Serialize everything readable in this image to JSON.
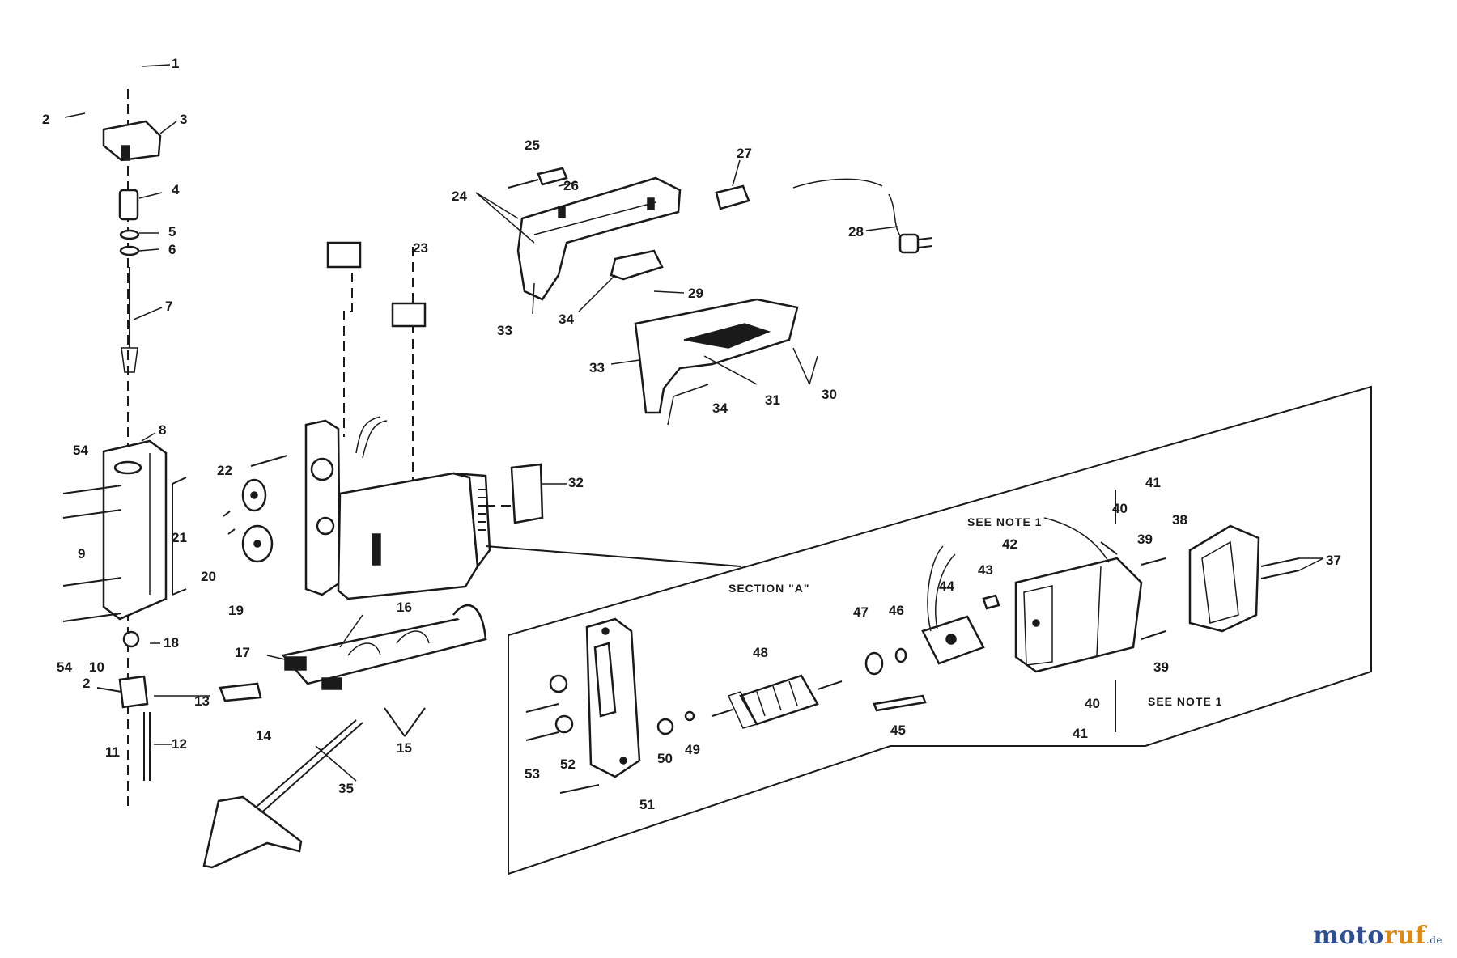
{
  "parts_diagram": {
    "callouts": [
      "1",
      "2",
      "3",
      "4",
      "5",
      "6",
      "7",
      "8",
      "54",
      "9",
      "21",
      "22",
      "20",
      "19",
      "23",
      "25",
      "24",
      "26",
      "33",
      "34",
      "27",
      "28",
      "29",
      "30",
      "31",
      "32",
      "16",
      "17",
      "18",
      "10",
      "2",
      "11",
      "12",
      "13",
      "14",
      "15",
      "35",
      "54",
      "33",
      "34",
      "41",
      "40",
      "39",
      "38",
      "37",
      "42",
      "43",
      "44",
      "46",
      "47",
      "48",
      "45",
      "50",
      "49",
      "52",
      "53",
      "51",
      "39",
      "40",
      "41"
    ],
    "section_label": "SECTION \"A\"",
    "note_top": "SEE NOTE 1",
    "note_bottom": "SEE NOTE 1"
  },
  "watermark": {
    "part1": "moto",
    "part2": "ruf",
    "part3": ".de"
  }
}
